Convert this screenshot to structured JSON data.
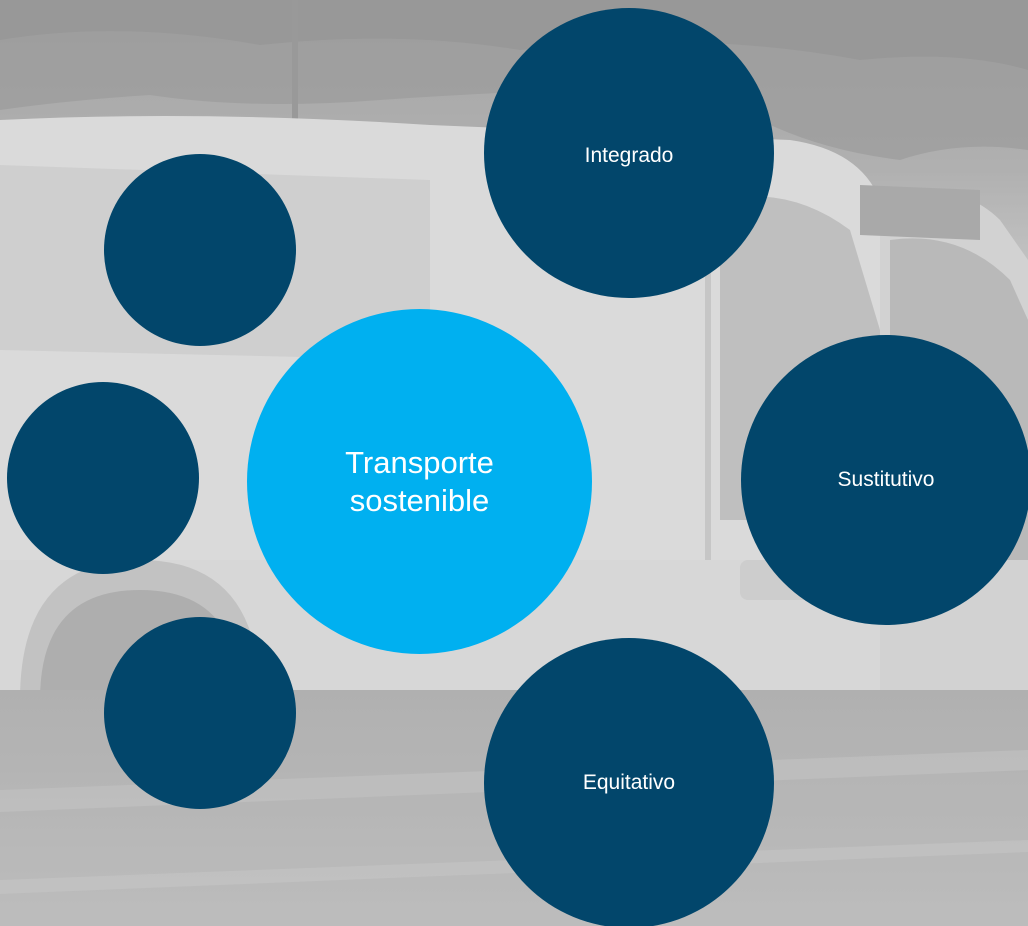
{
  "colors": {
    "outer_bubble": "#02466b",
    "center_bubble": "#00b0f0",
    "text": "#ffffff",
    "background": "#c9c9c9"
  },
  "diagram": {
    "center": {
      "label": "Transporte\nsostenible"
    },
    "nodes": [
      {
        "label": "Integrado"
      },
      {
        "label": "Sustitutivo"
      },
      {
        "label": "Equitativo"
      },
      {
        "label": ""
      },
      {
        "label": ""
      },
      {
        "label": ""
      }
    ]
  }
}
